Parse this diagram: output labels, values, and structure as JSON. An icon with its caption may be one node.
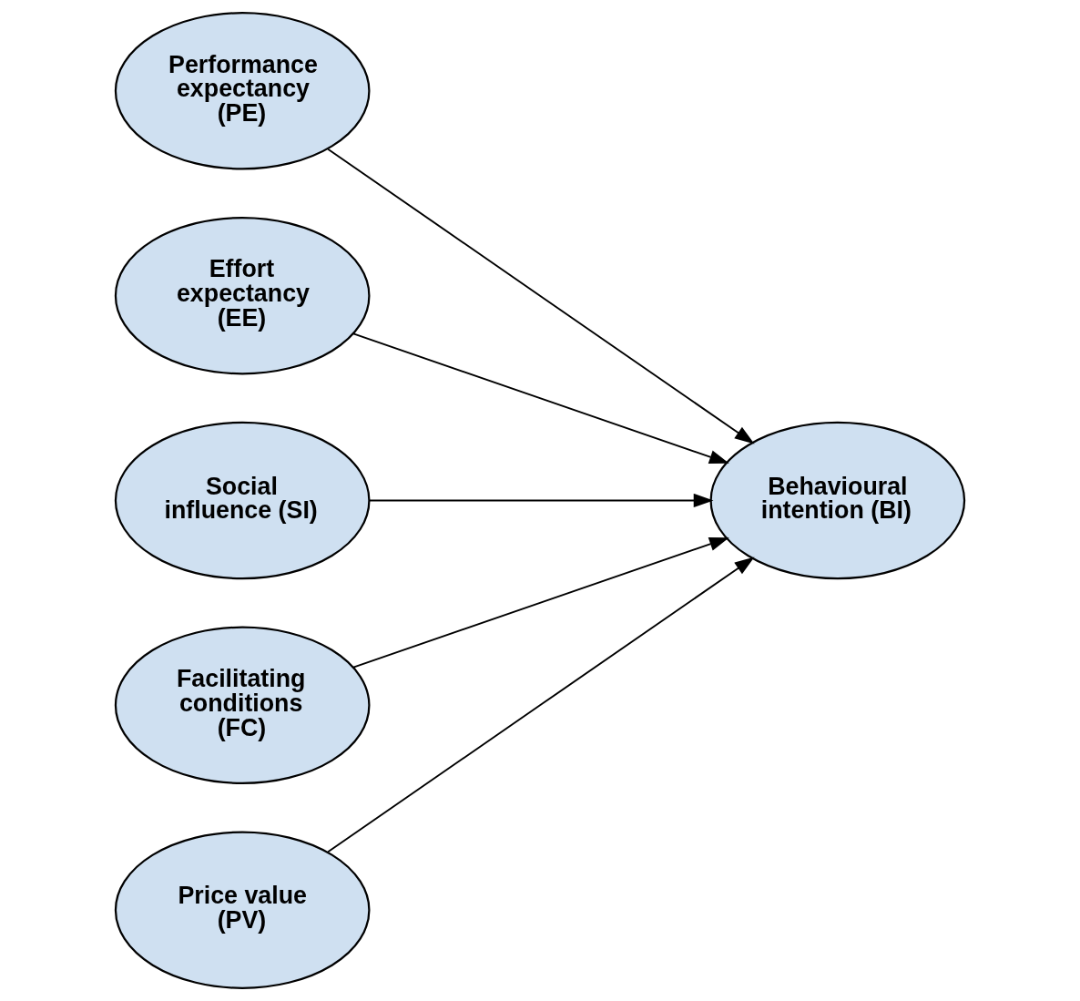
{
  "diagram": {
    "nodes": [
      {
        "text": [
          "Performance expectancy (PE)"
        ]
      },
      {
        "text": [
          "Effort expectancy (EE)"
        ]
      },
      {
        "text": [
          "Social influence (SI)"
        ]
      },
      {
        "text": [
          "Facilitating conditions (FC)"
        ]
      },
      {
        "text": [
          "Price value (PV)"
        ]
      },
      {
        "text": [
          "Behavioural intention (BI)"
        ]
      }
    ],
    "edges": [
      {
        "from": 0,
        "to": 5,
        "arrow": "to"
      },
      {
        "from": 1,
        "to": 5,
        "arrow": "to"
      },
      {
        "from": 2,
        "to": 5,
        "arrow": "to"
      },
      {
        "from": 3,
        "to": 5,
        "arrow": "to"
      },
      {
        "from": 4,
        "to": 5,
        "arrow": "to"
      }
    ]
  }
}
